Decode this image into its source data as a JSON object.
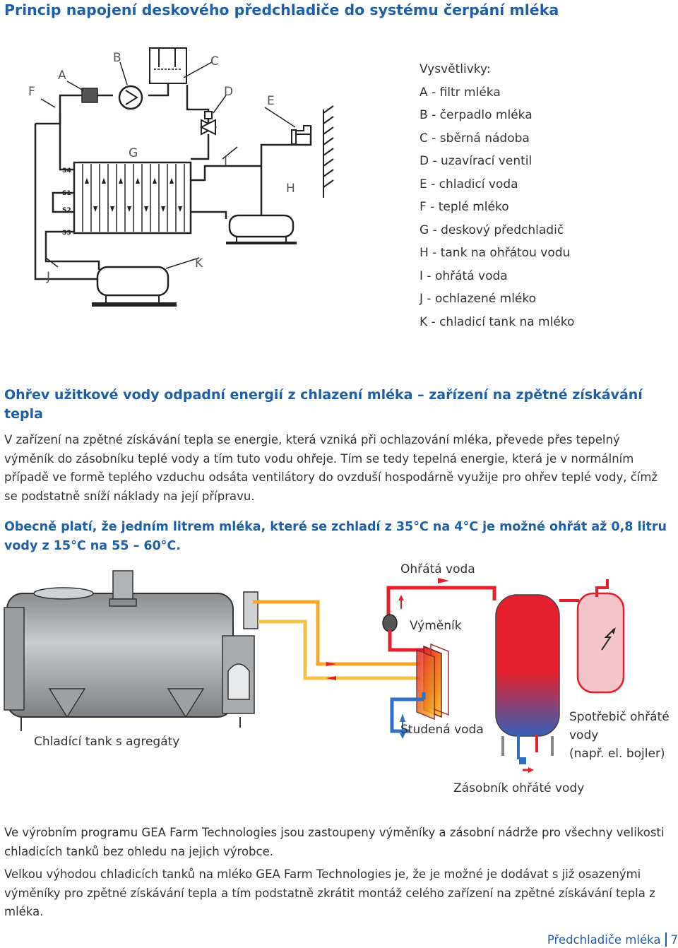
{
  "page": {
    "title": "Princip napojení deskového předchladiče do systému čerpání mléka"
  },
  "diagram1": {
    "letters": {
      "A": "A",
      "B": "B",
      "C": "C",
      "D": "D",
      "E": "E",
      "F": "F",
      "G": "G",
      "H": "H",
      "I": "I",
      "J": "J",
      "K": "K"
    },
    "plate_labels": [
      "S4",
      "S1",
      "S2",
      "S3"
    ]
  },
  "legend": {
    "heading": "Vysvětlivky:",
    "items": [
      "A - filtr mléka",
      "B - čerpadlo mléka",
      "C - sběrná nádoba",
      "D - uzavírací ventil",
      "E - chladicí voda",
      "F - teplé mléko",
      "G - deskový předchladič",
      "H - tank na ohřátou vodu",
      "I - ohřátá voda",
      "J - ochlazené mléko",
      "K - chladicí tank na mléko"
    ]
  },
  "section": {
    "heading": "Ohřev užitkové vody odpadní energií z chlazení mléka – zařízení na zpětné získávání tepla",
    "paragraph": "V zařízení na zpětné získávání tepla se energie, která vzniká při ochlazování mléka, převede přes tepelný výměník do zásobníku teplé vody a tím tuto vodu ohřeje. Tím se tedy tepelná energie, která je v normálním případě ve formě teplého vzduchu odsáta ventilátory do ovzduší hospodárně využije pro ohřev teplé vody, čímž se podstatně sníží náklady na její přípravu.",
    "bold_note": "Obecně platí, že jedním litrem mléka, které se zchladí z 35°C na 4°C je možné ohřát až 0,8 litru vody z 15°C na 55 – 60°C."
  },
  "diagram2": {
    "hot_water": "Ohřátá voda",
    "exchanger": "Výměník",
    "cold_water": "Studená voda",
    "tank": "Chladící tank s agregáty",
    "storage": "Zásobník ohřáté vody",
    "consumer_line1": "Spotřebič ohřáté",
    "consumer_line2": "vody",
    "consumer_line3": "(např. el. bojler)"
  },
  "closing": {
    "paragraph1": "Ve výrobním programu GEA Farm Technologies jsou zastoupeny výměníky a zásobní nádrže pro všechny velikosti chladicích tanků bez ohledu na jejich výrobce.",
    "paragraph2": "Velkou výhodou chladicích tanků na mléko GEA Farm Technologies je, že je možné je dodávat s již osazenými výměníky pro zpětné získávání tepla a tím podstatně zkrátit montáž celého zařízení na zpětné získávání tepla z mléka."
  },
  "footer": {
    "label": "Předchladiče mléka",
    "page_number": "7"
  },
  "colors": {
    "accent_blue": "#1f5fa8",
    "hot_red": "#e4202e",
    "cold_blue": "#2f6fc4",
    "warm_orange": "#f4a52a"
  }
}
